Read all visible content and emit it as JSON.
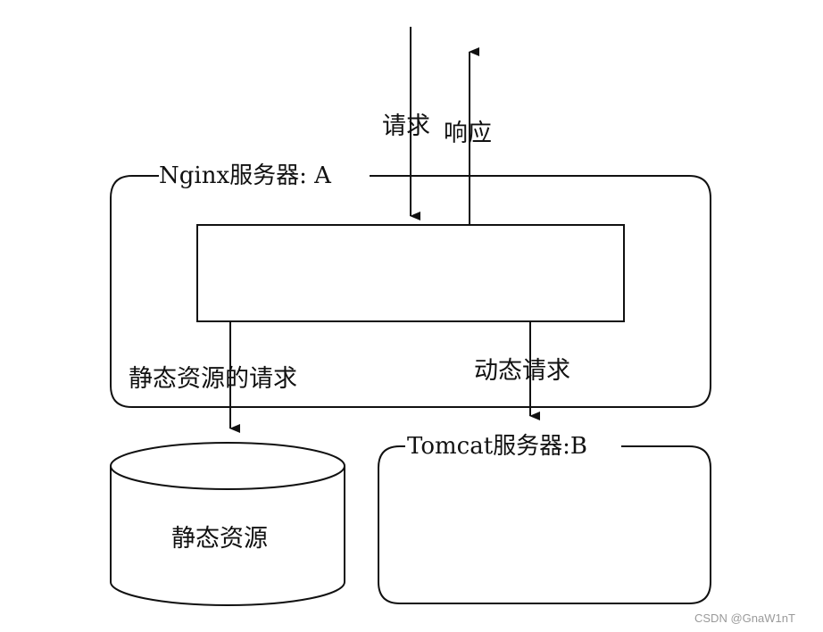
{
  "labels": {
    "request": "请求",
    "response": "响应",
    "nginx_server": "Nginx服务器: A",
    "static_request": "静态资源的请求",
    "dynamic_request": "动态请求",
    "tomcat_server": "Tomcat服务器:B",
    "static_resources": "静态资源"
  },
  "watermark": "CSDN @GnaW1nT"
}
